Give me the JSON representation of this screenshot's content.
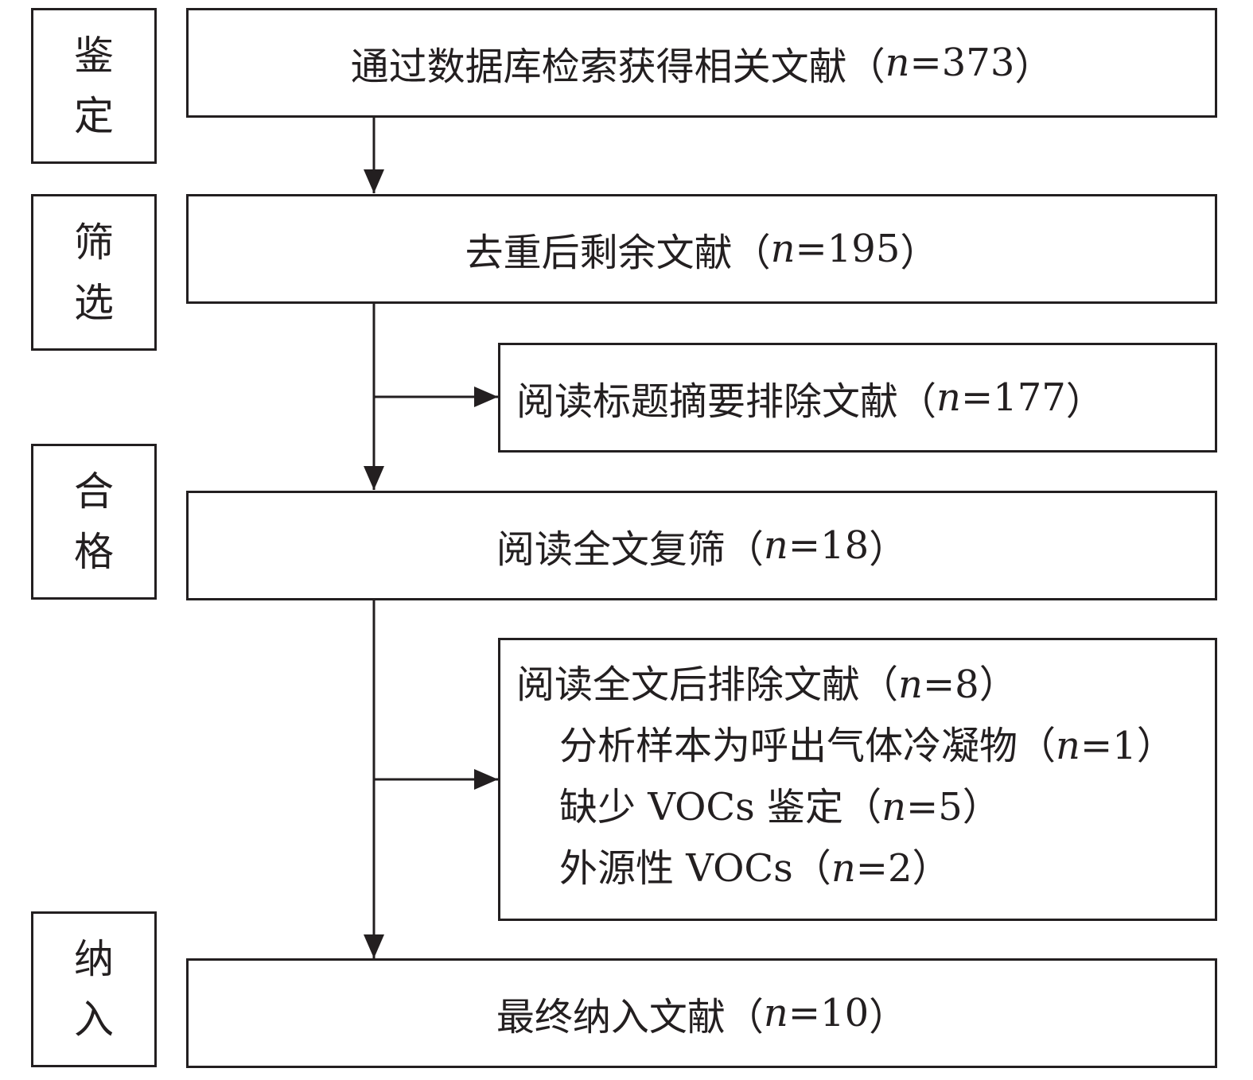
{
  "stages": {
    "identification": [
      "鉴",
      "定"
    ],
    "screening": [
      "筛",
      "选"
    ],
    "eligibility": [
      "合",
      "格"
    ],
    "inclusion": [
      "纳",
      "入"
    ]
  },
  "boxes": {
    "database_search": {
      "text": "通过数据库检索获得相关文献",
      "n_label": "n",
      "n_value": "373"
    },
    "after_dedup": {
      "text": "去重后剩余文献",
      "n_label": "n",
      "n_value": "195"
    },
    "excluded_title_abstract": {
      "text": "阅读标题摘要排除文献",
      "n_label": "n",
      "n_value": "177"
    },
    "full_text_review": {
      "text": "阅读全文复筛",
      "n_label": "n",
      "n_value": "18"
    },
    "excluded_full_text": {
      "text": "阅读全文后排除文献",
      "n_label": "n",
      "n_value": "8",
      "reasons": [
        {
          "text": "分析样本为呼出气体冷凝物",
          "n_label": "n",
          "n_value": "1"
        },
        {
          "text": "缺少 VOCs 鉴定",
          "n_label": "n",
          "n_value": "5"
        },
        {
          "text": "外源性 VOCs",
          "n_label": "n",
          "n_value": "2"
        }
      ]
    },
    "final_included": {
      "text": "最终纳入文献",
      "n_label": "n",
      "n_value": "10"
    }
  },
  "colors": {
    "stroke": "#231f20",
    "background": "#ffffff"
  }
}
